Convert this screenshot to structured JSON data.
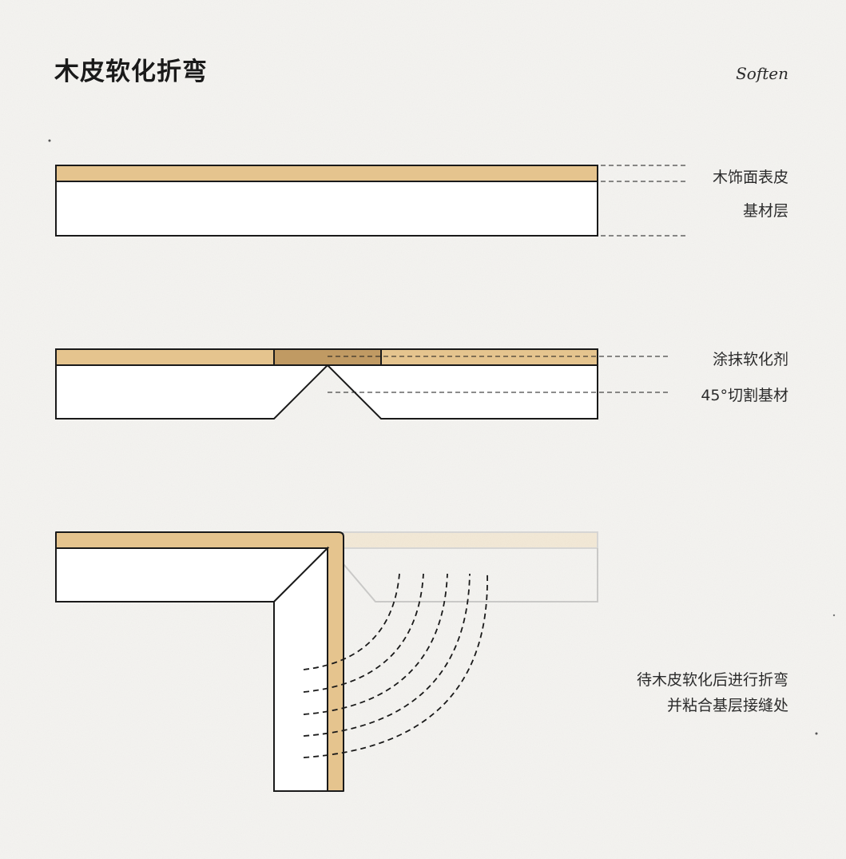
{
  "header": {
    "title": "木皮软化折弯",
    "subtitle": "Soften"
  },
  "colors": {
    "background": "#f4f3f0",
    "veneer": "#e5c48e",
    "veneer_softened": "#c09a63",
    "substrate": "#ffffff",
    "outline": "#1a1a1a",
    "ghost": "#b5b5b5"
  },
  "step1": {
    "veneer_label": "木饰面表皮",
    "substrate_label": "基材层"
  },
  "step2": {
    "softener_label": "涂抹软化剂",
    "cut_label": "45°切割基材"
  },
  "step3": {
    "bend_label_line1": "待木皮软化后进行折弯",
    "bend_label_line2": "并粘合基层接缝处"
  }
}
